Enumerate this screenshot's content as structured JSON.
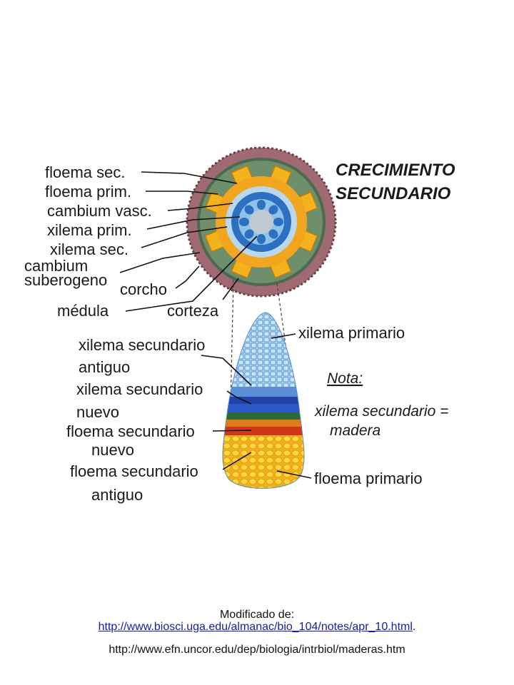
{
  "title": {
    "line1": "CRECIMIENTO",
    "line2": "SECUNDARIO"
  },
  "stem_labels": {
    "floema_sec": "floema sec.",
    "floema_prim": "floema prim.",
    "cambium_vasc": "cambium vasc.",
    "xilema_prim": "xilema prim.",
    "xilema_sec": "xilema sec.",
    "cambium": "cambium",
    "suberogeno": "suberogeno",
    "corcho": "corcho",
    "medula": "médula",
    "corteza": "corteza"
  },
  "wedge_labels": {
    "xilema_primario": "xilema primario",
    "xilema_sec_antiguo_1": "xilema secundario",
    "xilema_sec_antiguo_2": "antiguo",
    "xilema_sec_nuevo_1": "xilema secundario",
    "xilema_sec_nuevo_2": "nuevo",
    "floema_sec_nuevo_1": "floema secundario",
    "floema_sec_nuevo_2": "nuevo",
    "floema_sec_antiguo_1": "floema secundario",
    "floema_sec_antiguo_2": "antiguo",
    "floema_primario": "floema primario"
  },
  "note": {
    "heading": "Nota:",
    "line1": "xilema secundario =",
    "line2": "madera"
  },
  "footer": {
    "modified_from": "Modificado de:",
    "link1": "http://www.biosci.uga.edu/almanac/bio_104/notes/apr_10.html",
    "link1_suffix": ".",
    "link2": "http://www.efn.uncor.edu/dep/biologia/intrbiol/maderas.htm"
  }
}
